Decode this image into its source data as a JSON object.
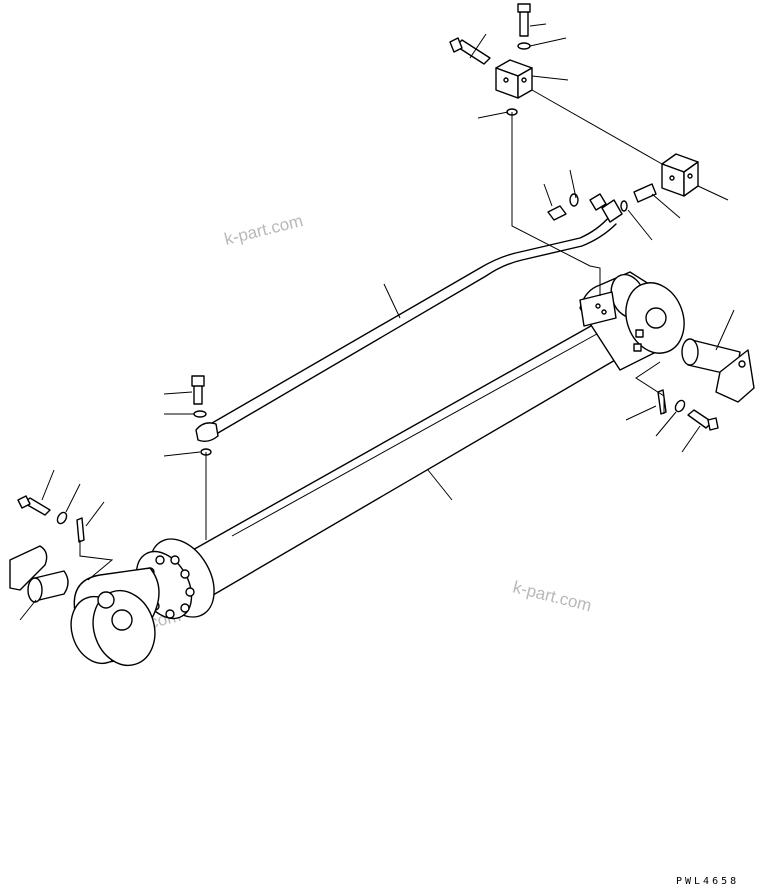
{
  "watermarks": [
    "k-part.com",
    "k-part.com",
    "k-part.com"
  ],
  "drawing_code": "PWL4658"
}
